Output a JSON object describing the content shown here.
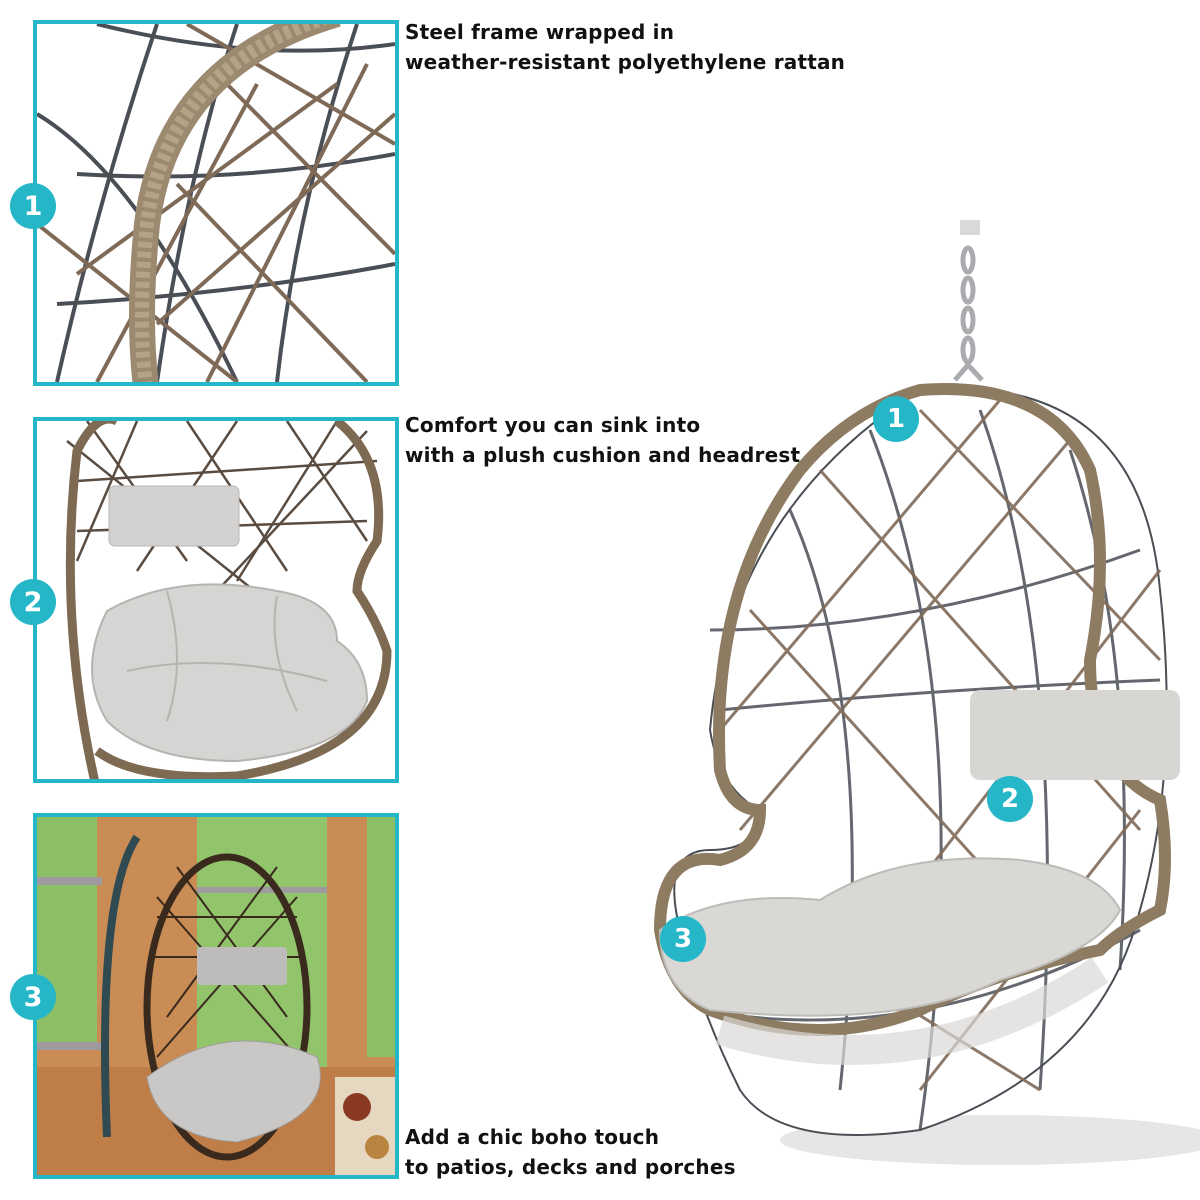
{
  "colors": {
    "accent": "#25B6C8",
    "text": "#111111",
    "rattan": "#8B7A62",
    "frame_steel": "#4A4E55",
    "cushion": "#D8D7D4",
    "wood": "#C9884E",
    "foliage": "#8FBF6A"
  },
  "features": [
    {
      "number": "1",
      "image": "rattan-frame-closeup",
      "caption_lines": [
        "Steel frame wrapped in",
        "weather-resistant polyethylene rattan"
      ]
    },
    {
      "number": "2",
      "image": "cushion-and-headrest",
      "caption_lines": [
        "Comfort you can sink into",
        "with a plush cushion and headrest"
      ]
    },
    {
      "number": "3",
      "image": "chair-in-sunroom",
      "caption_lines": [
        "Add a chic boho touch",
        "to patios, decks and porches"
      ]
    }
  ],
  "hero": {
    "image": "hanging-egg-chair",
    "callouts": [
      "1",
      "2",
      "3"
    ]
  }
}
